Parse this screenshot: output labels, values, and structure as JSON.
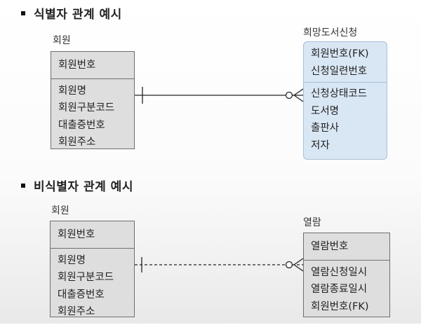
{
  "section1": {
    "heading": "식별자 관계 예시",
    "left_entity": {
      "title": "회원",
      "pk": [
        "회원번호"
      ],
      "attrs": [
        "회원명",
        "회원구분코드",
        "대출증번호",
        "회원주소"
      ]
    },
    "right_entity": {
      "title": "희망도서신청",
      "pk": [
        "회원번호(FK)",
        "신청일련번호"
      ],
      "attrs": [
        "신청상태코드",
        "도서명",
        "출판사",
        "저자"
      ]
    }
  },
  "section2": {
    "heading": "비식별자 관계 예시",
    "left_entity": {
      "title": "회원",
      "pk": [
        "회원번호"
      ],
      "attrs": [
        "회원명",
        "회원구분코드",
        "대출증번호",
        "회원주소"
      ]
    },
    "right_entity": {
      "title": "열람",
      "pk": [
        "열람번호"
      ],
      "attrs": [
        "열람신청일시",
        "열람종료일시",
        "회원번호(FK)"
      ]
    }
  },
  "colors": {
    "entity_fill": "#dedede",
    "highlight_fill": "#d9e7f5",
    "line": "#222222"
  }
}
